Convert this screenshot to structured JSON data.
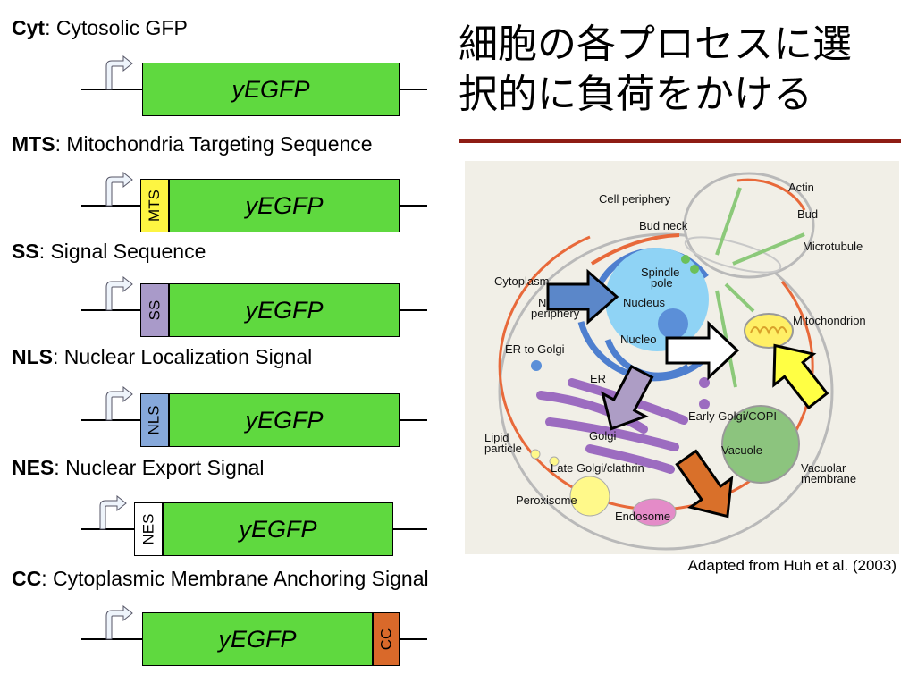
{
  "title": {
    "line1": "細胞の各プロセスに選",
    "line2": "択的に負荷をかける"
  },
  "constructs": [
    {
      "abbr": "Cyt",
      "desc": ": Cytosolic GFP",
      "gene": "yEGFP",
      "tag": "",
      "tag_color": ""
    },
    {
      "abbr": "MTS",
      "desc": ": Mitochondria Targeting Sequence",
      "gene": "yEGFP",
      "tag": "MTS",
      "tag_color": "#fdf542"
    },
    {
      "abbr": "SS",
      "desc": ": Signal Sequence",
      "gene": "yEGFP",
      "tag": "SS",
      "tag_color": "#a99ac9"
    },
    {
      "abbr": "NLS",
      "desc": ": Nuclear Localization Signal",
      "gene": "yEGFP",
      "tag": "NLS",
      "tag_color": "#86a8da"
    },
    {
      "abbr": "NES",
      "desc": ": Nuclear Export Signal",
      "gene": "yEGFP",
      "tag": "NES",
      "tag_color": "#ffffff"
    },
    {
      "abbr": "CC",
      "desc": ": Cytoplasmic Membrane Anchoring Signal",
      "gene": "yEGFP",
      "tag": "CC",
      "tag_color": "#d9692a"
    }
  ],
  "cell": {
    "labels": {
      "cell_periphery": "Cell periphery",
      "bud_neck": "Bud neck",
      "actin": "Actin",
      "bud": "Bud",
      "microtubule": "Microtubule",
      "cytoplasm": "Cytoplasm",
      "n_periphery_1": "N",
      "n_periphery_2": "periphery",
      "spindle_1": "Spindle",
      "spindle_2": "pole",
      "nucleus": "Nucleus",
      "nucleolus": "Nucleo",
      "er_to_golgi": "ER to Golgi",
      "er": "ER",
      "mitochondrion": "Mitochondrion",
      "early_golgi": "Early Golgi/COPI",
      "lipid_1": "Lipid",
      "lipid_2": "particle",
      "golgi": "Golgi",
      "late_golgi": "Late Golgi/clathrin",
      "vacuole": "Vacuole",
      "vac_mem_1": "Vacuolar",
      "vac_mem_2": "membrane",
      "peroxisome": "Peroxisome",
      "endosome": "Endosome"
    },
    "arrow_colors": {
      "nucleus": "#5b87c9",
      "cytoplasm": "#ffffff",
      "er_golgi": "#ad9dc5",
      "membrane": "#d9702a",
      "mitochondrion": "#ffff44"
    }
  },
  "caption": "Adapted from Huh et al. (2003)"
}
